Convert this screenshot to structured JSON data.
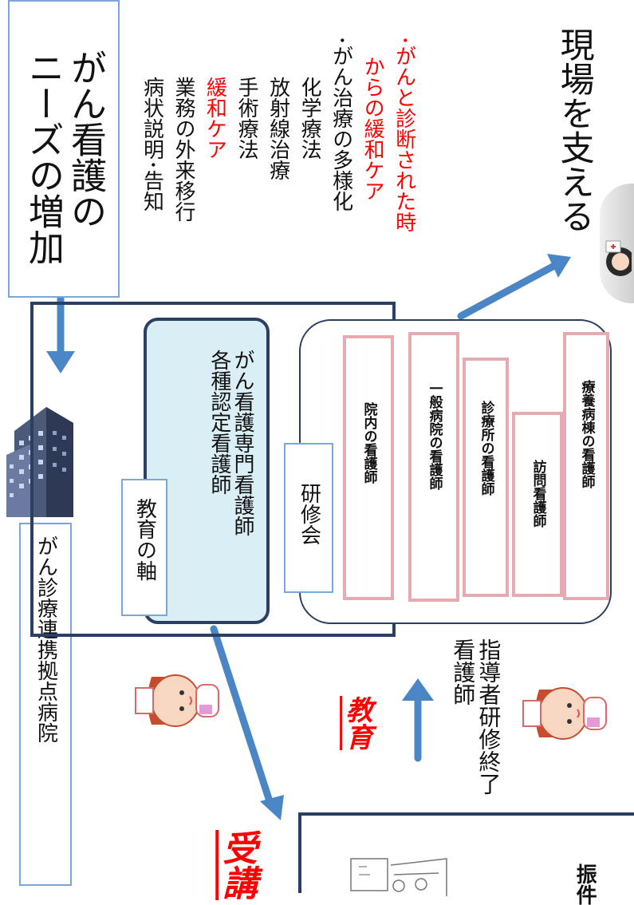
{
  "needs_box": {
    "line1": "がん看護の",
    "line2": "ニーズの増加"
  },
  "needs_list": [
    {
      "text": "･がんと診断された時",
      "color": "#ff0000",
      "indent": 0
    },
    {
      "text": "からの緩和ケア",
      "color": "#ff0000",
      "indent": 1
    },
    {
      "text": "･がん治療の多様化",
      "color": "#111111",
      "indent": 0
    },
    {
      "text": "化学療法",
      "color": "#111111",
      "indent": 2
    },
    {
      "text": "放射線治療",
      "color": "#111111",
      "indent": 2
    },
    {
      "text": "手術療法",
      "color": "#111111",
      "indent": 2
    },
    {
      "text": "緩和ケア",
      "color": "#ff0000",
      "indent": 2
    },
    {
      "text": "業務の外来移行",
      "color": "#111111",
      "indent": 2
    },
    {
      "text": "病状説明･告知",
      "color": "#111111",
      "indent": 2
    }
  ],
  "support_label": "現場を支える",
  "hospital_label": "がん診療連携拠点病院",
  "education_axis": {
    "tab": "教育の軸",
    "line1": "がん看護専門看護師",
    "line2": "各種認定看護師"
  },
  "seminar_label": "研修会",
  "nurse_types": [
    "院内の看護師",
    "一般病院の看護師",
    "診療所の看護師",
    "訪問看護師",
    "療養病棟の看護師"
  ],
  "trainee_text": {
    "line1": "指導者研修終了",
    "line2": "看護師"
  },
  "kyoiku_label": "教育",
  "juko_label": "受講",
  "bottom_partial": "振件",
  "colors": {
    "arrow": "#4a86c5",
    "box_border": "#7da5d8",
    "dark_border": "#2b3f63",
    "red": "#ff0000",
    "pink_border": "#e6aab0",
    "axis_fill": "#d9eef5"
  }
}
